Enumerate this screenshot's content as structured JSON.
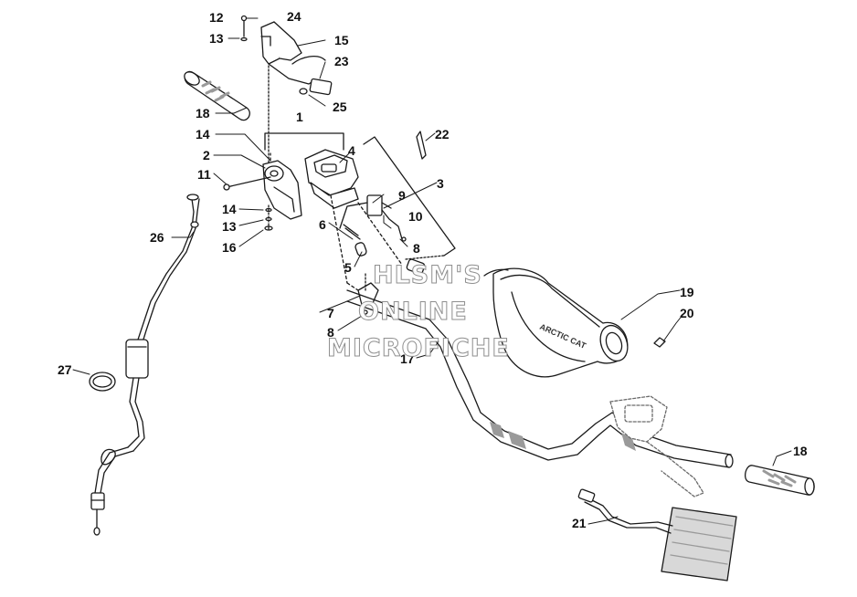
{
  "labels": {
    "l1": "1",
    "l2": "2",
    "l3": "3",
    "l4": "4",
    "l5": "5",
    "l6": "6",
    "l7": "7",
    "l8a": "8",
    "l8b": "8",
    "l9": "9",
    "l10": "10",
    "l11": "11",
    "l12": "12",
    "l13a": "13",
    "l13b": "13",
    "l14a": "14",
    "l14b": "14",
    "l15": "15",
    "l16": "16",
    "l17": "17",
    "l18a": "18",
    "l18b": "18",
    "l19": "19",
    "l20": "20",
    "l21": "21",
    "l22": "22",
    "l23": "23",
    "l24": "24",
    "l25": "25",
    "l26": "26",
    "l27": "27"
  },
  "watermark": {
    "line1": "HLSM'S",
    "line2": "ONLINE",
    "line3": "MICROFICHE"
  },
  "handguard_logo": "ARCTIC CAT",
  "colors": {
    "line": "#1a1a1a",
    "watermark_stroke": "#8a8a8a",
    "shade": "#c8c8c8"
  }
}
